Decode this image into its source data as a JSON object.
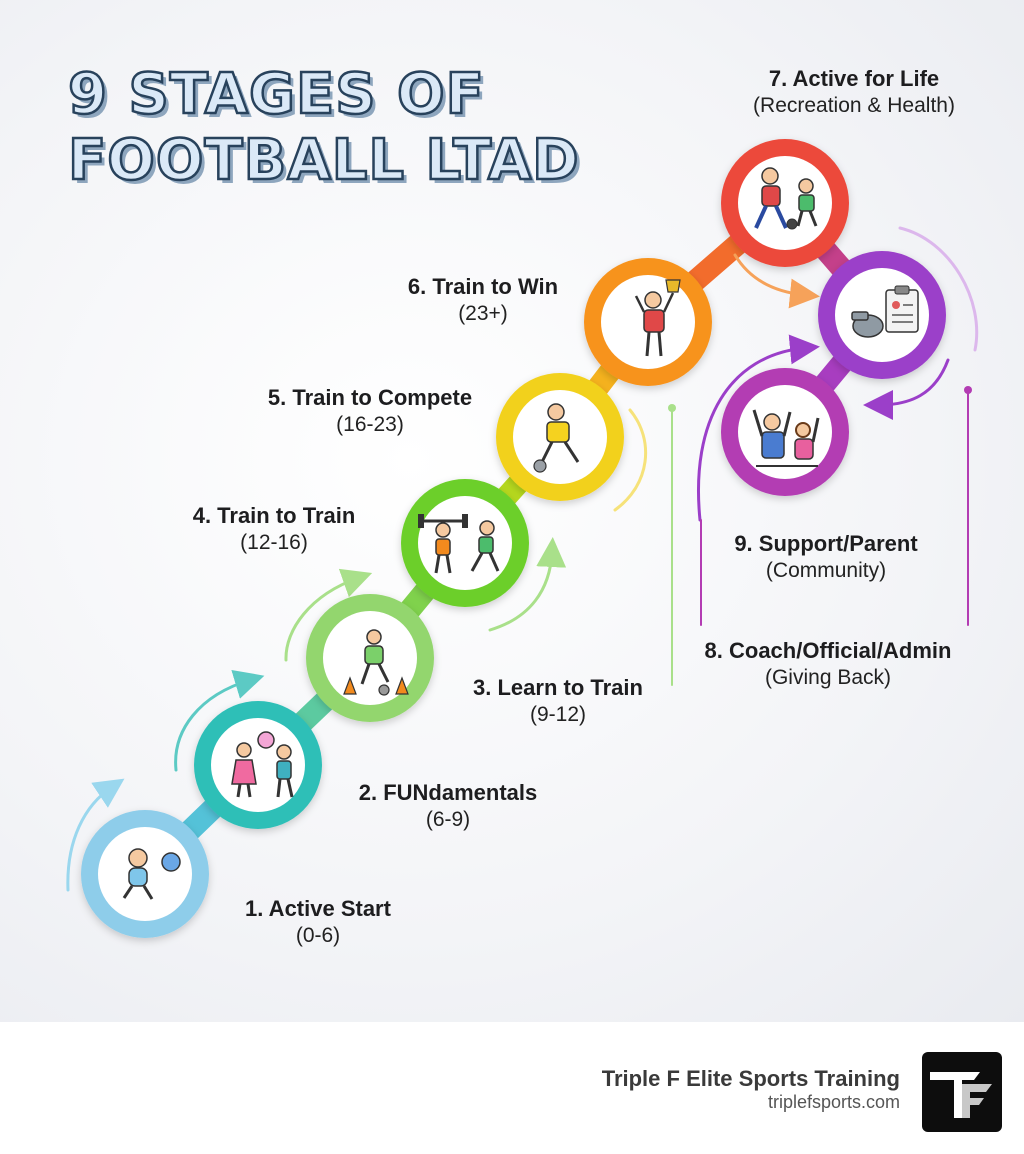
{
  "title": "9 STAGES OF FOOTBALL LTAD",
  "stages": [
    {
      "name": "1. Active Start",
      "range": "(0-6)",
      "icon": "baby-ball-icon",
      "color": "#7fc6ea"
    },
    {
      "name": "2. FUNdamentals",
      "range": "(6-9)",
      "icon": "kids-playing-ball-icon",
      "color": "#2fbfb7"
    },
    {
      "name": "3. Learn to Train",
      "range": "(9-12)",
      "icon": "dribbling-cones-icon",
      "color": "#8fd46a"
    },
    {
      "name": "4. Train to Train",
      "range": "(12-16)",
      "icon": "weightlifting-running-icon",
      "color": "#6ccf2c"
    },
    {
      "name": "5. Train to Compete",
      "range": "(16-23)",
      "icon": "soccer-player-icon",
      "color": "#f2d11f"
    },
    {
      "name": "6. Train to Win",
      "range": "(23+)",
      "icon": "trophy-player-icon",
      "color": "#f7931e"
    },
    {
      "name": "7. Active for Life",
      "range": "(Recreation & Health)",
      "icon": "adult-child-playing-icon",
      "color": "#ec4a3b"
    },
    {
      "name": "8. Coach/Official/Admin",
      "range": "(Giving Back)",
      "icon": "whistle-clipboard-icon",
      "color": "#9b3fc9"
    },
    {
      "name": "9. Support/Parent",
      "range": "(Community)",
      "icon": "cheering-parents-icon",
      "color": "#b33cb3"
    }
  ],
  "footer": {
    "brand": "Triple F Elite Sports Training",
    "url": "triplefsports.com",
    "logo_icon": "triple-f-logo-icon"
  }
}
